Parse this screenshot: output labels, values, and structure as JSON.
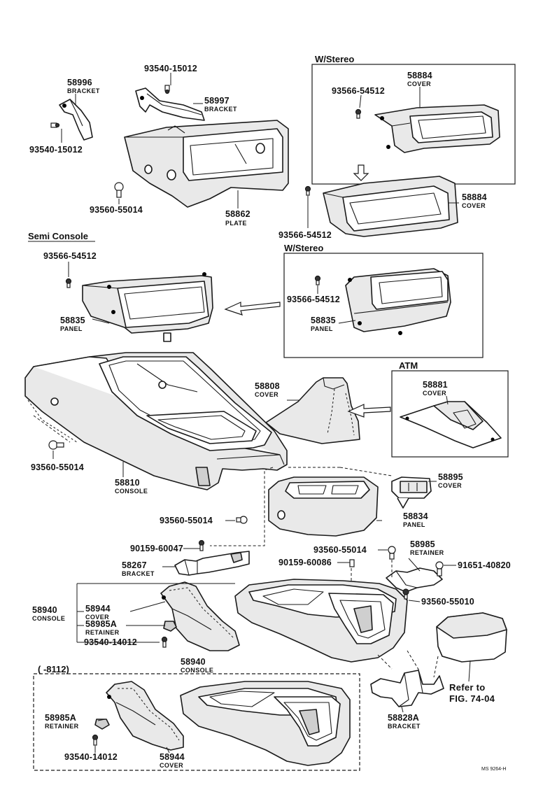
{
  "sections": {
    "wstereo_top": "W/Stereo",
    "semi_console": "Semi Console",
    "wstereo_mid": "W/Stereo",
    "atm": "ATM",
    "date_range": "(      -8112)"
  },
  "callouts": {
    "c58996": {
      "num": "58996",
      "name": "BRACKET"
    },
    "c93540_15012_a": {
      "num": "93540-15012"
    },
    "c58997": {
      "num": "58997",
      "name": "BRACKET"
    },
    "c93540_15012_b": {
      "num": "93540-15012"
    },
    "c93560_55014_a": {
      "num": "93560-55014"
    },
    "c58862": {
      "num": "58862",
      "name": "PLATE"
    },
    "c93566_54512_a": {
      "num": "93566-54512"
    },
    "c58884_a": {
      "num": "58884",
      "name": "COVER"
    },
    "c58884_b": {
      "num": "58884",
      "name": "COVER"
    },
    "c93566_54512_b": {
      "num": "93566-54512"
    },
    "c93566_54512_c": {
      "num": "93566-54512"
    },
    "c58835_a": {
      "num": "58835",
      "name": "PANEL"
    },
    "c93566_54512_d": {
      "num": "93566-54512"
    },
    "c58835_b": {
      "num": "58835",
      "name": "PANEL"
    },
    "c58808": {
      "num": "58808",
      "name": "COVER"
    },
    "c58881": {
      "num": "58881",
      "name": "COVER"
    },
    "c93560_55014_b": {
      "num": "93560-55014"
    },
    "c58810": {
      "num": "58810",
      "name": "CONSOLE"
    },
    "c58895": {
      "num": "58895",
      "name": "COVER"
    },
    "c93560_55014_c": {
      "num": "93560-55014"
    },
    "c58834": {
      "num": "58834",
      "name": "PANEL"
    },
    "c90159_60047": {
      "num": "90159-60047"
    },
    "c58267": {
      "num": "58267",
      "name": "BRACKET"
    },
    "c93560_55014_d": {
      "num": "93560-55014"
    },
    "c58985": {
      "num": "58985",
      "name": "RETAINER"
    },
    "c90159_60086": {
      "num": "90159-60086"
    },
    "c91651_40820": {
      "num": "91651-40820"
    },
    "c93560_55010": {
      "num": "93560-55010"
    },
    "c58940_a": {
      "num": "58940",
      "name": "CONSOLE"
    },
    "c58944_a": {
      "num": "58944",
      "name": "COVER"
    },
    "c58985A_a": {
      "num": "58985A",
      "name": "RETAINER"
    },
    "c93540_14012_a": {
      "num": "93540-14012"
    },
    "c58940_b": {
      "num": "58940",
      "name": "CONSOLE"
    },
    "c58985A_b": {
      "num": "58985A",
      "name": "RETAINER"
    },
    "c93540_14012_b": {
      "num": "93540-14012"
    },
    "c58944_b": {
      "num": "58944",
      "name": "COVER"
    },
    "c58828A": {
      "num": "58828A",
      "name": "BRACKET"
    }
  },
  "refer": {
    "line1": "Refer to",
    "line2": "FIG. 74-04"
  },
  "drawing_code": "MS 9264-H"
}
